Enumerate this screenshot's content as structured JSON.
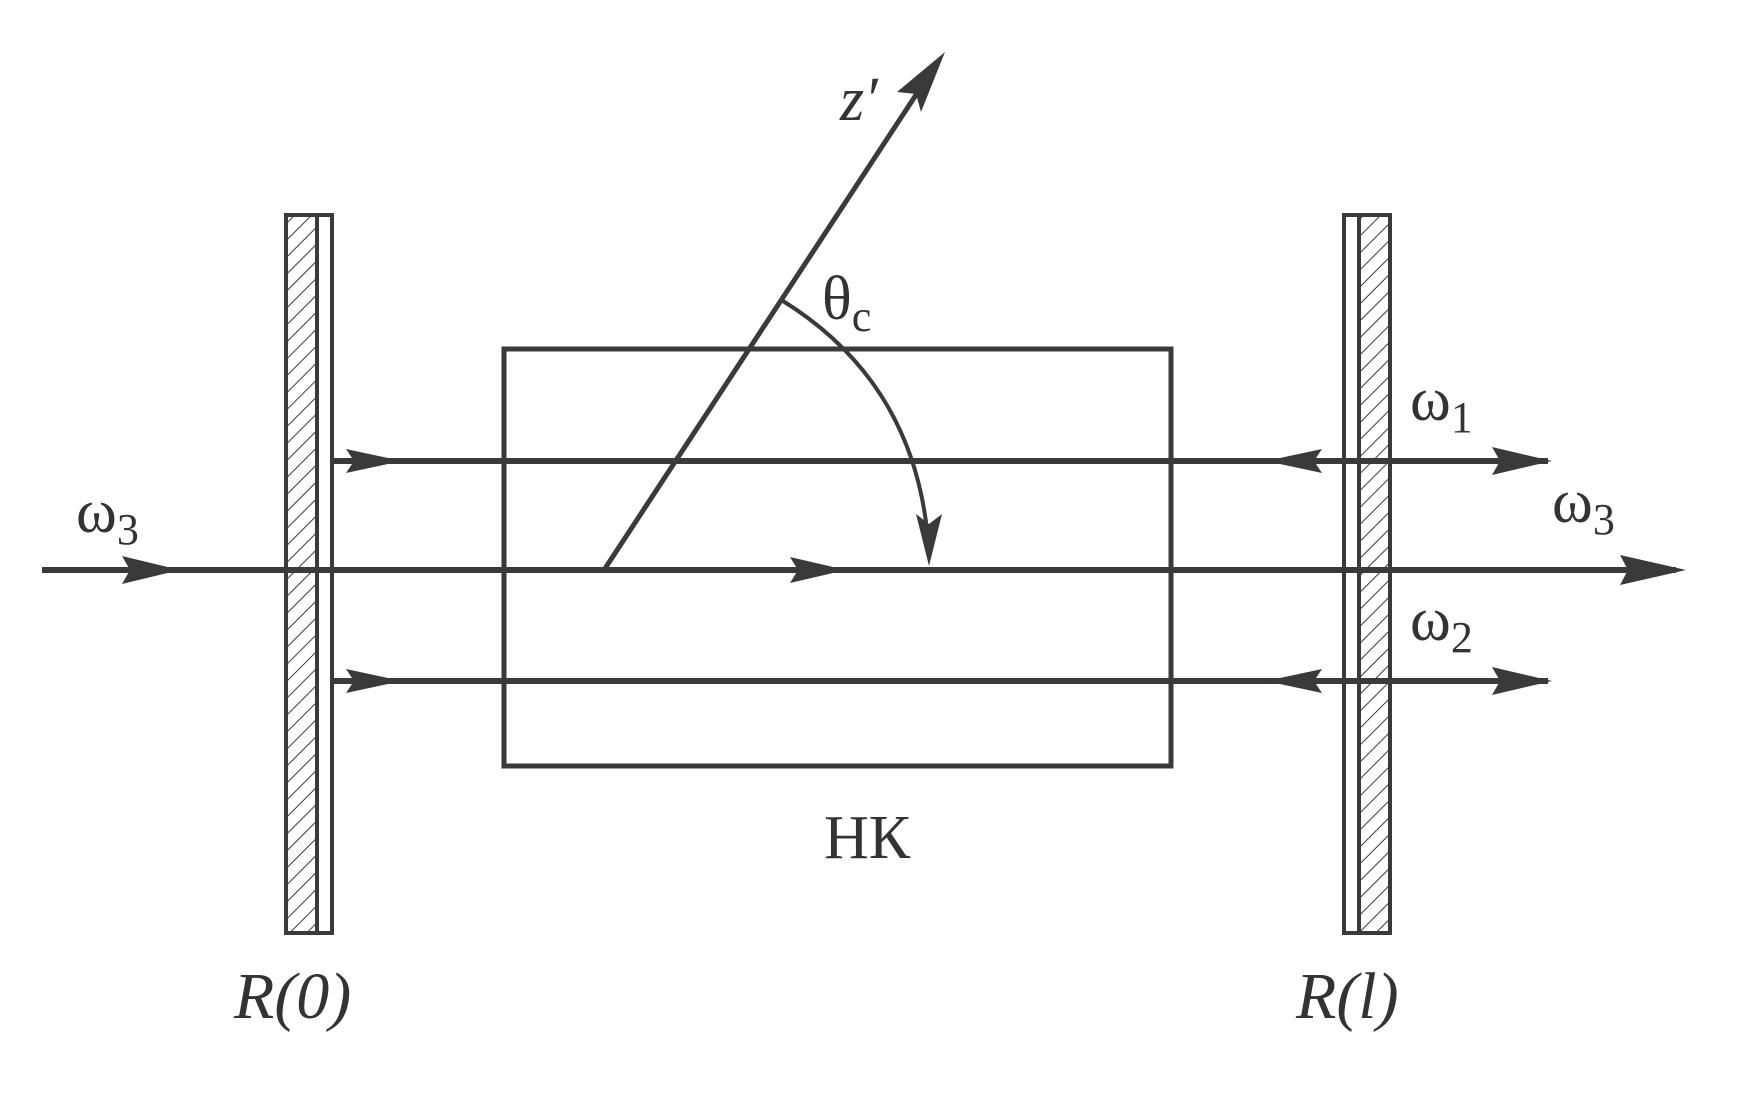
{
  "labels": {
    "z_axis": "z′",
    "theta_main": "θ",
    "theta_sub": "c",
    "omega_symbol": "ω",
    "omega1_sub": "1",
    "omega2_sub": "2",
    "omega3_sub": "3",
    "crystal": "НК",
    "mirror_left": "R(0)",
    "mirror_right": "R(l)"
  },
  "colors": {
    "ink": "#3a3a3a"
  }
}
